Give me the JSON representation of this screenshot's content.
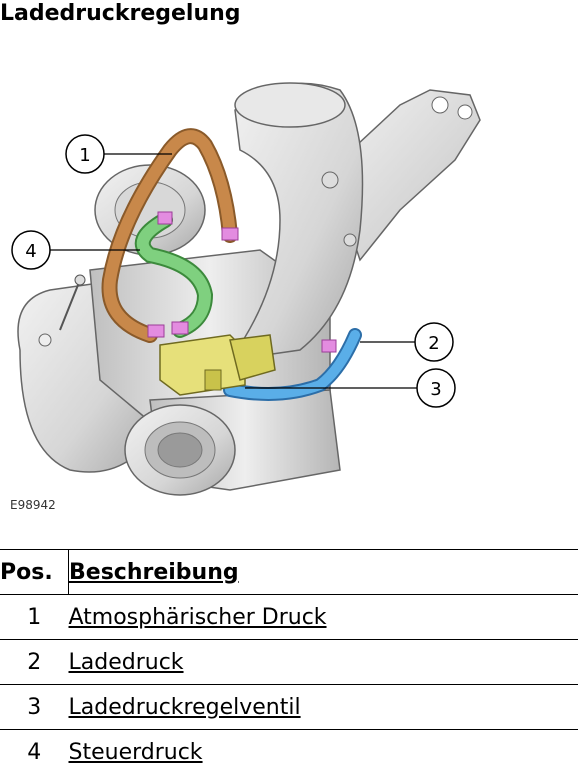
{
  "title": "Ladedruckregelung",
  "figure_id": "E98942",
  "table": {
    "headers": {
      "pos": "Pos.",
      "description": "Beschreibung"
    },
    "rows": [
      {
        "pos": "1",
        "description": "Atmosphärischer Druck"
      },
      {
        "pos": "2",
        "description": "Ladedruck"
      },
      {
        "pos": "3",
        "description": "Ladedruckregelventil"
      },
      {
        "pos": "4",
        "description": "Steuerdruck"
      }
    ]
  },
  "callouts": [
    "1",
    "2",
    "3",
    "4"
  ],
  "hose_colors": {
    "atmospheric": "#c8884a",
    "boost": "#5aaee8",
    "valve": "#e6e07a",
    "control": "#7fd07f",
    "connector": "#e38ce0"
  }
}
